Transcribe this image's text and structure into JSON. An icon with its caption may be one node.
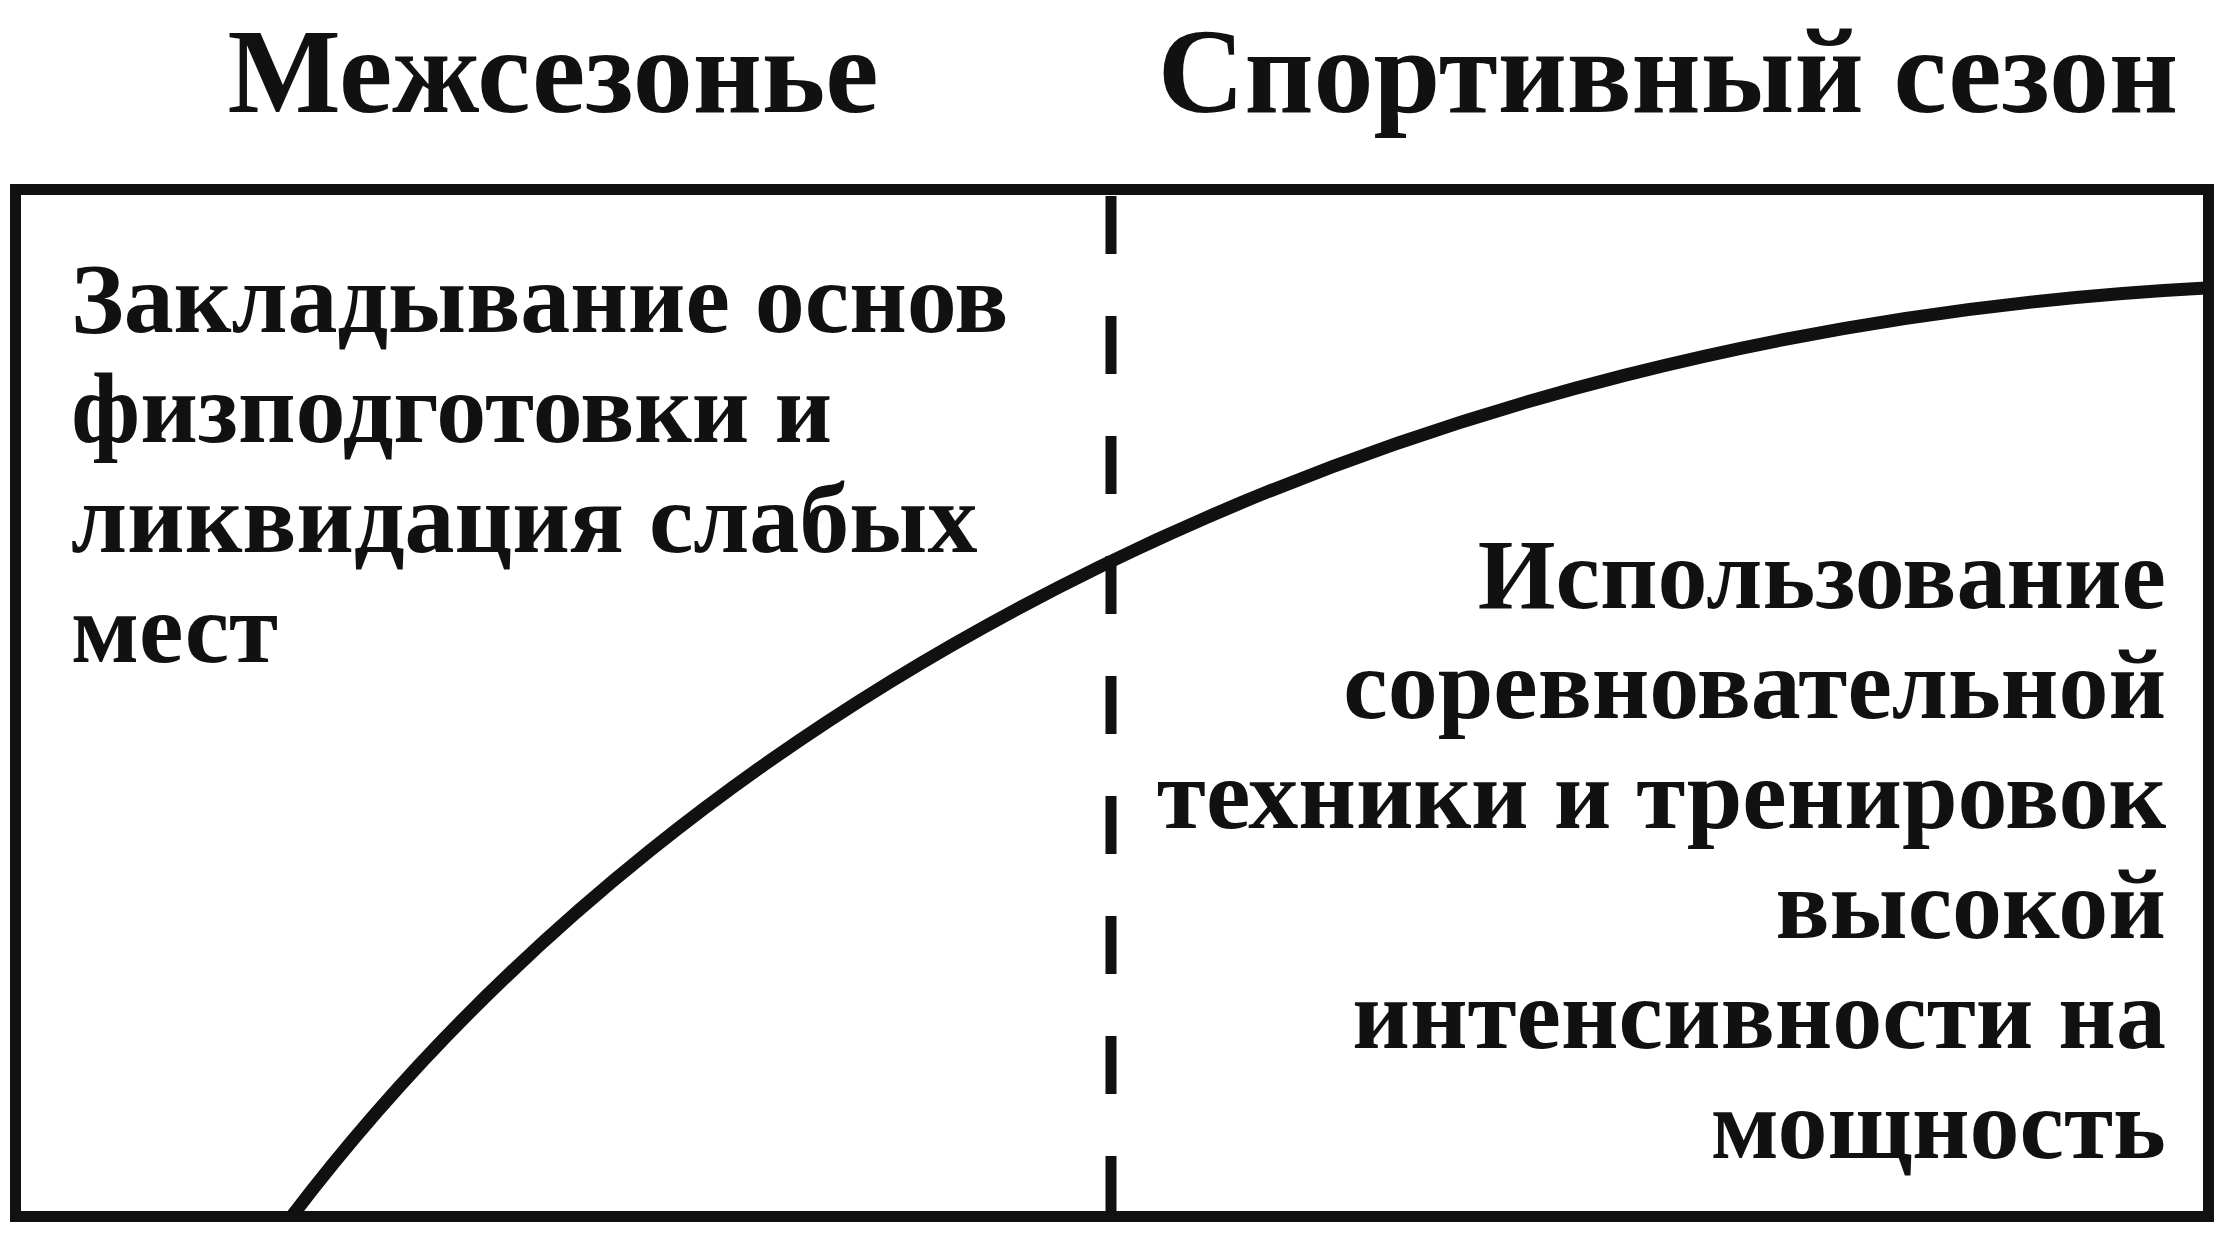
{
  "diagram": {
    "nodes": [
      {
        "text": [
          "Закладывание основ физподготовки и ликвидация слабых мест"
        ]
      },
      {
        "text": [
          "Использование соревновательной техники и тренировок высокой интенсивности на мощность"
        ]
      }
    ],
    "labels": [
      "Межсезонье",
      "Спортивный сезон"
    ]
  }
}
